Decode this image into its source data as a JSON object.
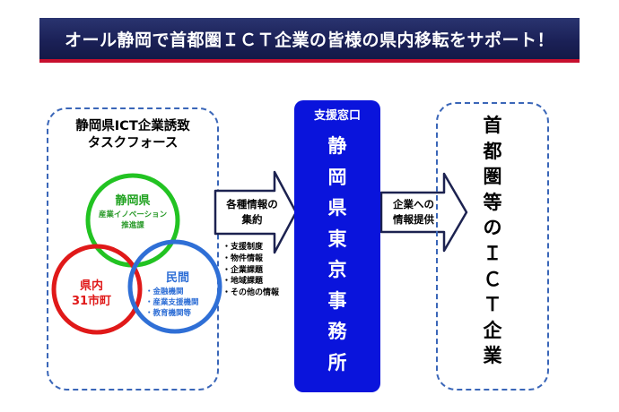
{
  "banner": {
    "title": "オール静岡で首都圏ＩＣＴ企業の皆様の県内移転をサポート！"
  },
  "left_group": {
    "title_line1": "静岡県ICT企業誘致",
    "title_line2": "タスクフォース",
    "circles": {
      "prefecture": {
        "title": "静岡県",
        "sub1": "産業イノベーション",
        "sub2": "推進課",
        "color": "#22c322"
      },
      "municipal": {
        "title1": "県内",
        "title2": "31市町",
        "color": "#e01919"
      },
      "private": {
        "title": "民間",
        "items": [
          "・金融機関",
          "・産業支援機関",
          "・教育機関等"
        ],
        "color": "#2f6fd6"
      }
    }
  },
  "arrow1": {
    "label_line1": "各種情報の",
    "label_line2": "集約"
  },
  "info_items": [
    "・支援制度",
    "・物件情報",
    "・企業課題",
    "・地域課題",
    "・その他の情報"
  ],
  "support_window": {
    "label": "支援窓口",
    "chars": [
      "静",
      "岡",
      "県",
      "東",
      "京",
      "事",
      "務",
      "所"
    ],
    "color": "#0a14dc"
  },
  "arrow2": {
    "label_line1": "企業への",
    "label_line2": "情報提供"
  },
  "target": {
    "chars": [
      "首",
      "都",
      "圏",
      "等",
      "の",
      "Ｉ",
      "Ｃ",
      "Ｔ",
      "企",
      "業"
    ]
  },
  "colors": {
    "banner_bg": "#1b2157",
    "banner_underline": "#c8102e",
    "dashed_border": "#3a66b8"
  }
}
